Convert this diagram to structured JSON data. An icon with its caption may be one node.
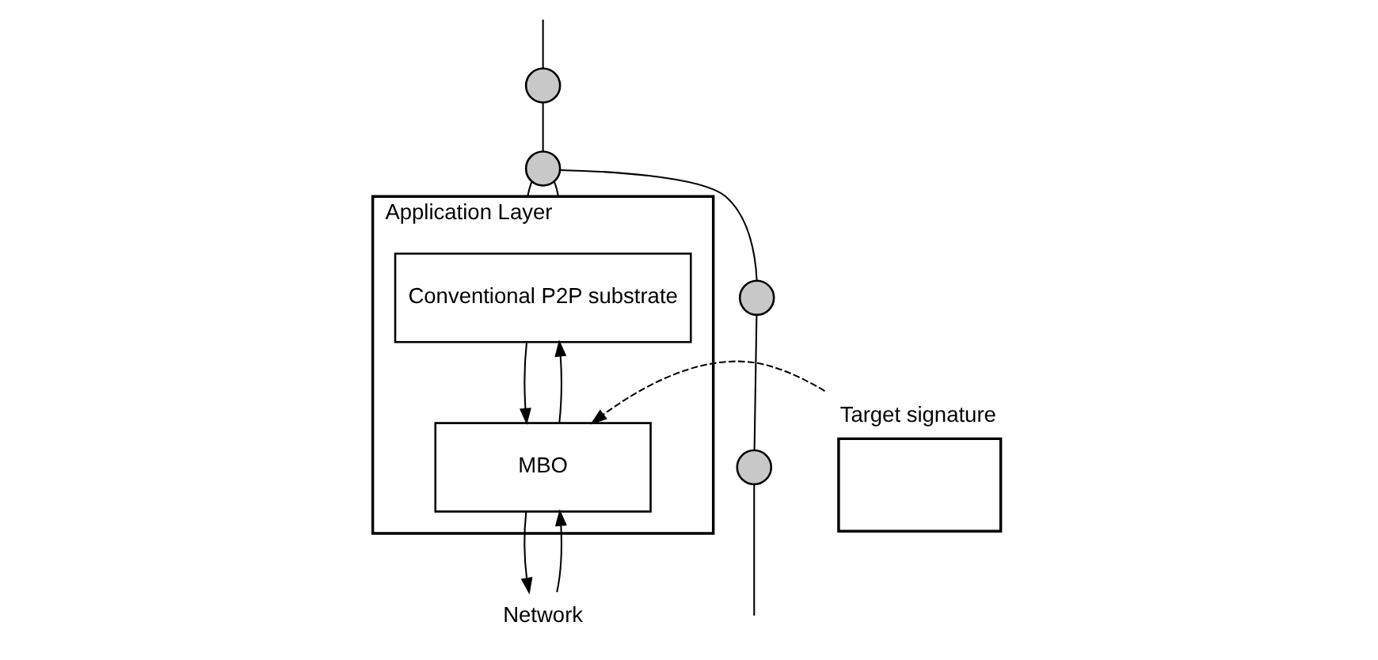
{
  "diagram": {
    "nodes": [
      {
        "text": [],
        "shape": "circle"
      },
      {
        "text": [],
        "shape": "circle"
      },
      {
        "text": [],
        "shape": "circle"
      },
      {
        "text": [],
        "shape": "circle"
      },
      {
        "text": [
          "Application Layer"
        ]
      },
      {
        "text": [
          "Conventional P2P substrate"
        ],
        "in": 4
      },
      {
        "text": [
          "MBO"
        ],
        "in": 4
      },
      {
        "text": [
          "Network"
        ]
      },
      {
        "text": [],
        "shape": "box",
        "beside": [
          "Target signature"
        ]
      }
    ],
    "edges": [
      {
        "from": null,
        "to": 0,
        "arrow": "none"
      },
      {
        "from": 0,
        "to": 1,
        "arrow": "none"
      },
      {
        "from": 1,
        "to": 2,
        "arrow": "none"
      },
      {
        "from": 2,
        "to": 3,
        "arrow": "none"
      },
      {
        "from": 3,
        "to": null,
        "arrow": "none"
      },
      {
        "from": 1,
        "to": 4,
        "arrow": "none"
      },
      {
        "from": 1,
        "to": 4,
        "arrow": "none"
      },
      {
        "from": 5,
        "to": 6,
        "arrow": "to"
      },
      {
        "from": 6,
        "to": 5,
        "arrow": "to"
      },
      {
        "from": 6,
        "to": 7,
        "arrow": "to"
      },
      {
        "from": 7,
        "to": 6,
        "arrow": "to"
      },
      {
        "from": 8,
        "to": 6,
        "arrow": "to",
        "style": "dashed"
      }
    ]
  }
}
